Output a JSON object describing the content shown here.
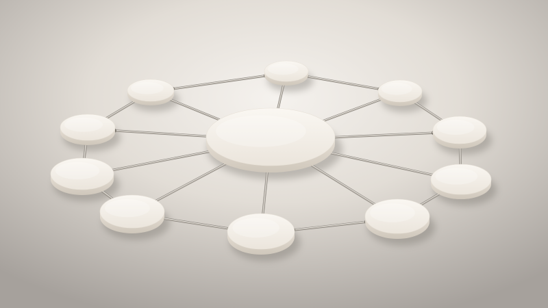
{
  "diagram": {
    "type": "hub-and-spoke network",
    "center": {
      "label": ""
    },
    "nodes": [
      {
        "id": "n1",
        "label": ""
      },
      {
        "id": "n2",
        "label": ""
      },
      {
        "id": "n3",
        "label": ""
      },
      {
        "id": "n4",
        "label": ""
      },
      {
        "id": "n5",
        "label": ""
      },
      {
        "id": "n6",
        "label": ""
      },
      {
        "id": "n7",
        "label": ""
      },
      {
        "id": "n8",
        "label": ""
      },
      {
        "id": "n9",
        "label": ""
      },
      {
        "id": "n10",
        "label": ""
      },
      {
        "id": "n11",
        "label": ""
      }
    ],
    "spokes_from_center": [
      "n1",
      "n2",
      "n3",
      "n4",
      "n5",
      "n6",
      "n7",
      "n8",
      "n9",
      "n10",
      "n11"
    ],
    "ring_connections": [
      [
        "n1",
        "n2"
      ],
      [
        "n2",
        "n3"
      ],
      [
        "n3",
        "n4"
      ],
      [
        "n4",
        "n5"
      ],
      [
        "n5",
        "n6"
      ],
      [
        "n6",
        "n7"
      ],
      [
        "n7",
        "n8"
      ],
      [
        "n8",
        "n9"
      ],
      [
        "n9",
        "n10"
      ],
      [
        "n10",
        "n11"
      ],
      [
        "n11",
        "n1"
      ]
    ]
  },
  "colors": {
    "disc_top": "#f1ece4",
    "disc_side": "#ddd6cc",
    "rod": "#b9b3aa",
    "background_light": "#f4f1ec",
    "background_dark": "#9e9a96"
  }
}
